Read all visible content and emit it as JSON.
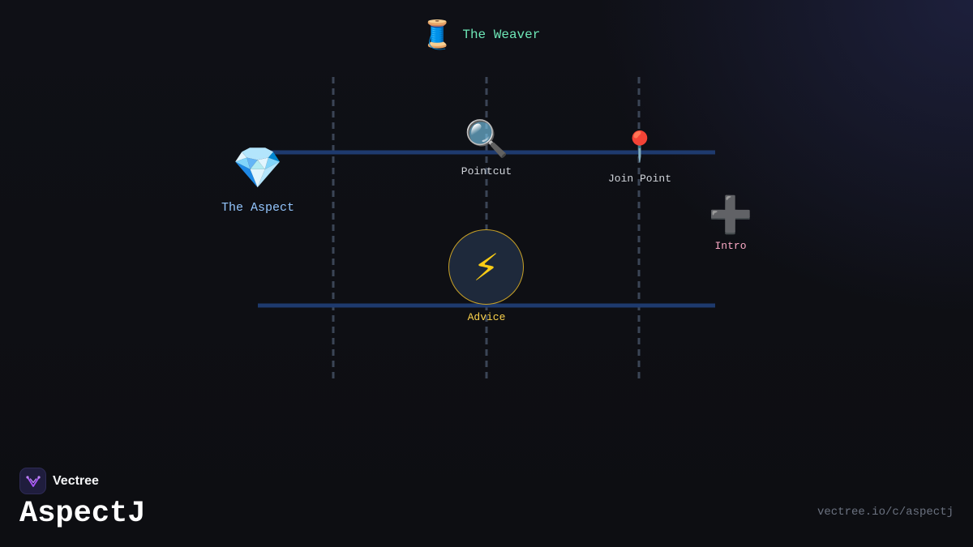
{
  "diagram": {
    "weaver": {
      "label": "The Weaver",
      "icon": "spool-of-thread-icon"
    },
    "aspect": {
      "label": "The Aspect",
      "icon": "gem-icon"
    },
    "pointcut": {
      "label": "Pointcut",
      "icon": "magnifying-glass-icon"
    },
    "join_point": {
      "label": "Join Point",
      "icon": "pin-icon"
    },
    "intro": {
      "label": "Intro",
      "icon": "plus-icon"
    },
    "advice": {
      "label": "Advice",
      "icon": "lightning-icon"
    },
    "colors": {
      "weaver": "#6ee7b7",
      "aspect": "#93c5fd",
      "advice": "#fcd34d",
      "intro": "#f9a8c4",
      "lane": "#1e3a6e"
    }
  },
  "branding": {
    "brand_name": "Vectree",
    "title": "AspectJ",
    "url": "vectree.io/c/aspectj"
  }
}
